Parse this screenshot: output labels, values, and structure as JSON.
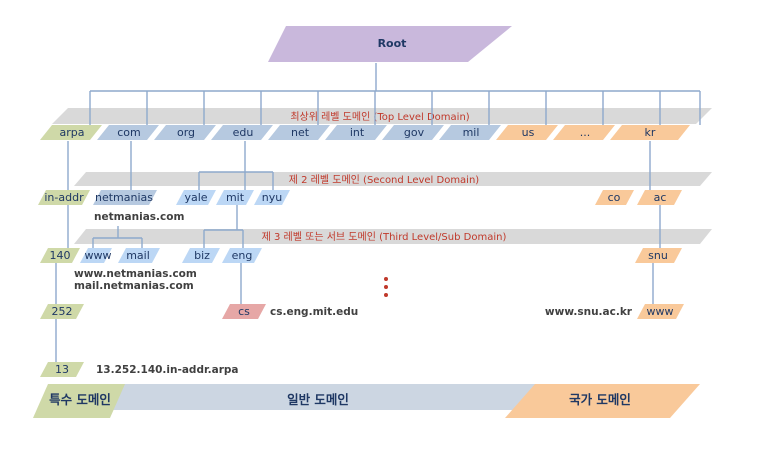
{
  "root": {
    "label": "Root"
  },
  "levels": {
    "tld": "최상위 레벨 도메인 (Top Level Domain)",
    "sld": "제 2 레벨 도메인 (Second Level Domain)",
    "third": "제 3 레벨 또는 서브 도메인 (Third Level/Sub Domain)"
  },
  "tld": {
    "arpa": "arpa",
    "com": "com",
    "org": "org",
    "edu": "edu",
    "net": "net",
    "int": "int",
    "gov": "gov",
    "mil": "mil",
    "us": "us",
    "etc": "...",
    "kr": "kr"
  },
  "sld": {
    "inaddr": "in-addr",
    "netmanias": "netmanias",
    "yale": "yale",
    "mit": "mit",
    "nyu": "nyu",
    "co": "co",
    "ac": "ac"
  },
  "third": {
    "n140": "140",
    "www": "www",
    "mail": "mail",
    "biz": "biz",
    "eng": "eng",
    "snu": "snu"
  },
  "fourth": {
    "n252": "252",
    "cs": "cs",
    "www": "www"
  },
  "fifth": {
    "n13": "13"
  },
  "annotations": {
    "netmanias_com": "netmanias.com",
    "www_netmanias": "www.netmanias.com",
    "mail_netmanias": "mail.netmanias.com",
    "cs_mit": "cs.eng.mit.edu",
    "www_snu": "www.snu.ac.kr",
    "inaddr_arpa": "13.252.140.in-addr.arpa"
  },
  "categories": {
    "special": "특수 도메인",
    "generic": "일반 도메인",
    "country": "국가 도메인"
  },
  "colors": {
    "root": "#c9b8dc",
    "blue": "#b6c9e0",
    "green": "#cfd9a8",
    "orange": "#f9c99a",
    "light_blue": "#bcd7f5",
    "pink": "#e6a7a6",
    "band": "#d9d9d9",
    "connector": "#8ea9cc",
    "level_text": "#c0392b",
    "node_text": "#1f3864"
  }
}
